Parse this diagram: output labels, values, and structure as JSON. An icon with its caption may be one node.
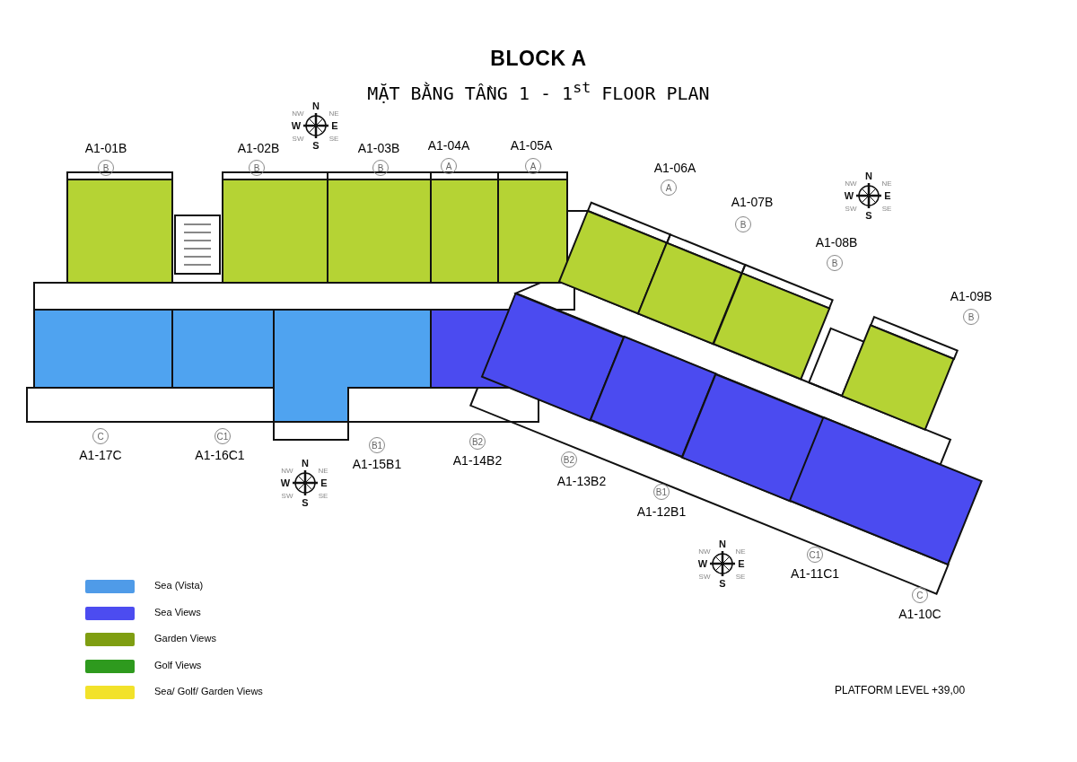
{
  "diagram": {
    "title": "BLOCK A",
    "nodes": [
      {
        "text": [
          "A1-01B",
          "B"
        ]
      },
      {
        "text": [
          "A1-02B",
          "B"
        ]
      },
      {
        "text": [
          "A1-03B",
          "B"
        ]
      },
      {
        "text": [
          "A1-04A",
          "A"
        ]
      },
      {
        "text": [
          "A1-05A",
          "A"
        ]
      },
      {
        "text": [
          "A1-06A",
          "A"
        ]
      },
      {
        "text": [
          "A1-07B",
          "B"
        ]
      },
      {
        "text": [
          "A1-08B",
          "B"
        ]
      },
      {
        "text": [
          "A1-09B",
          "B"
        ]
      },
      {
        "text": [
          "C",
          "A1-17C"
        ]
      },
      {
        "text": [
          "C1",
          "A1-16C1"
        ]
      },
      {
        "text": [
          "B1",
          "A1-15B1"
        ]
      },
      {
        "text": [
          "B2",
          "A1-14B2"
        ]
      },
      {
        "text": [
          "B2",
          "A1-13B2"
        ]
      },
      {
        "text": [
          "B1",
          "A1-12B1"
        ]
      },
      {
        "text": [
          "C1",
          "A1-11C1"
        ]
      },
      {
        "text": [
          "C",
          "A1-10C"
        ]
      }
    ],
    "edges": [],
    "labels": [
      "MẶT BẰNG TẦNG 1 - 1$^{st}$ FLOOR PLAN",
      "N",
      "NW",
      "NE",
      "W",
      "E",
      "SW",
      "SE",
      "S",
      "N",
      "NW",
      "NE",
      "W",
      "E",
      "SW",
      "SE",
      "S",
      "N",
      "NW",
      "NE",
      "W",
      "E",
      "SW",
      "SE",
      "S",
      "N",
      "NW",
      "NE",
      "W",
      "E",
      "SW",
      "SE",
      "S",
      "PLATFORM LEVEL +39,00"
    ],
    "legend": [
      {
        "text": "Sea (Vista)",
        "color": "#4f9be8"
      },
      {
        "text": "Sea Views",
        "color": "#4c4cf0"
      },
      {
        "text": "Garden Views",
        "color": "#7f9e12"
      },
      {
        "text": "Golf Views",
        "color": "#2e9a1e"
      },
      {
        "text": "Sea/ Golf/ Garden Views",
        "color": "#f2e22a"
      }
    ]
  }
}
